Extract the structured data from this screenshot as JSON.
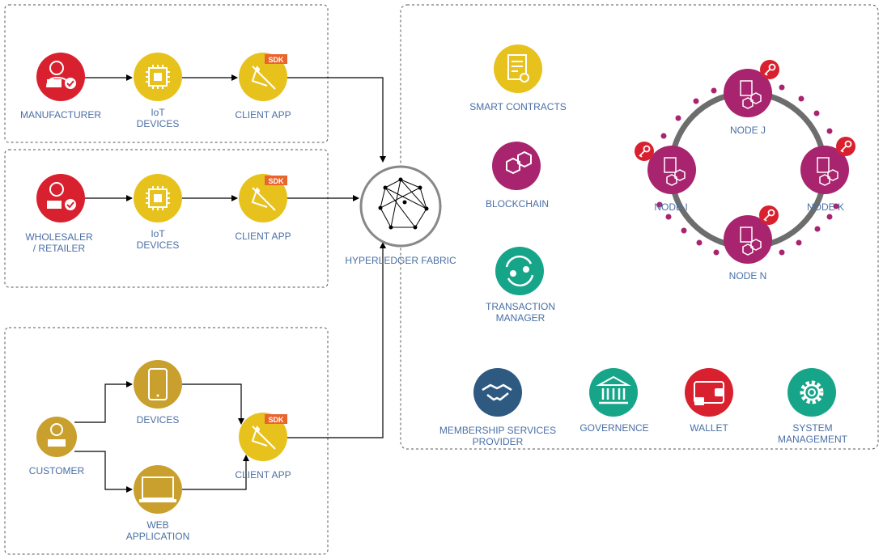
{
  "colors": {
    "red": "#d9202e",
    "yellow": "#e8c21c",
    "gold": "#c9a02d",
    "magenta": "#a8246e",
    "teal": "#17a589",
    "navy": "#2e5a82",
    "gray": "#6d6d6d",
    "label": "#4a6fa5",
    "sdk": "#e8652e"
  },
  "groups": {
    "manufacturer": {
      "actor": "MANUFACTURER",
      "device": "IoT\nDEVICES",
      "client": "CLIENT APP",
      "sdk": "SDK"
    },
    "wholesaler": {
      "actor": "WHOLESALER\n/ RETAILER",
      "device": "IoT\nDEVICES",
      "client": "CLIENT APP",
      "sdk": "SDK"
    },
    "customer": {
      "actor": "CUSTOMER",
      "device": "DEVICES",
      "web": "WEB\nAPPLICATION",
      "client": "CLIENT APP",
      "sdk": "SDK"
    }
  },
  "hub": {
    "label": "HYPERLEDGER FABRIC"
  },
  "fabric": {
    "smart_contracts": "SMART CONTRACTS",
    "blockchain": "BLOCKCHAIN",
    "transaction_manager": "TRANSACTION\nMANAGER",
    "nodes": {
      "j": "NODE J",
      "i": "NODE I",
      "k": "NODE K",
      "n": "NODE N"
    },
    "services": {
      "membership": "MEMBERSHIP SERVICES\nPROVIDER",
      "governance": "GOVERNENCE",
      "wallet": "WALLET",
      "system": "SYSTEM\nMANAGEMENT"
    }
  }
}
